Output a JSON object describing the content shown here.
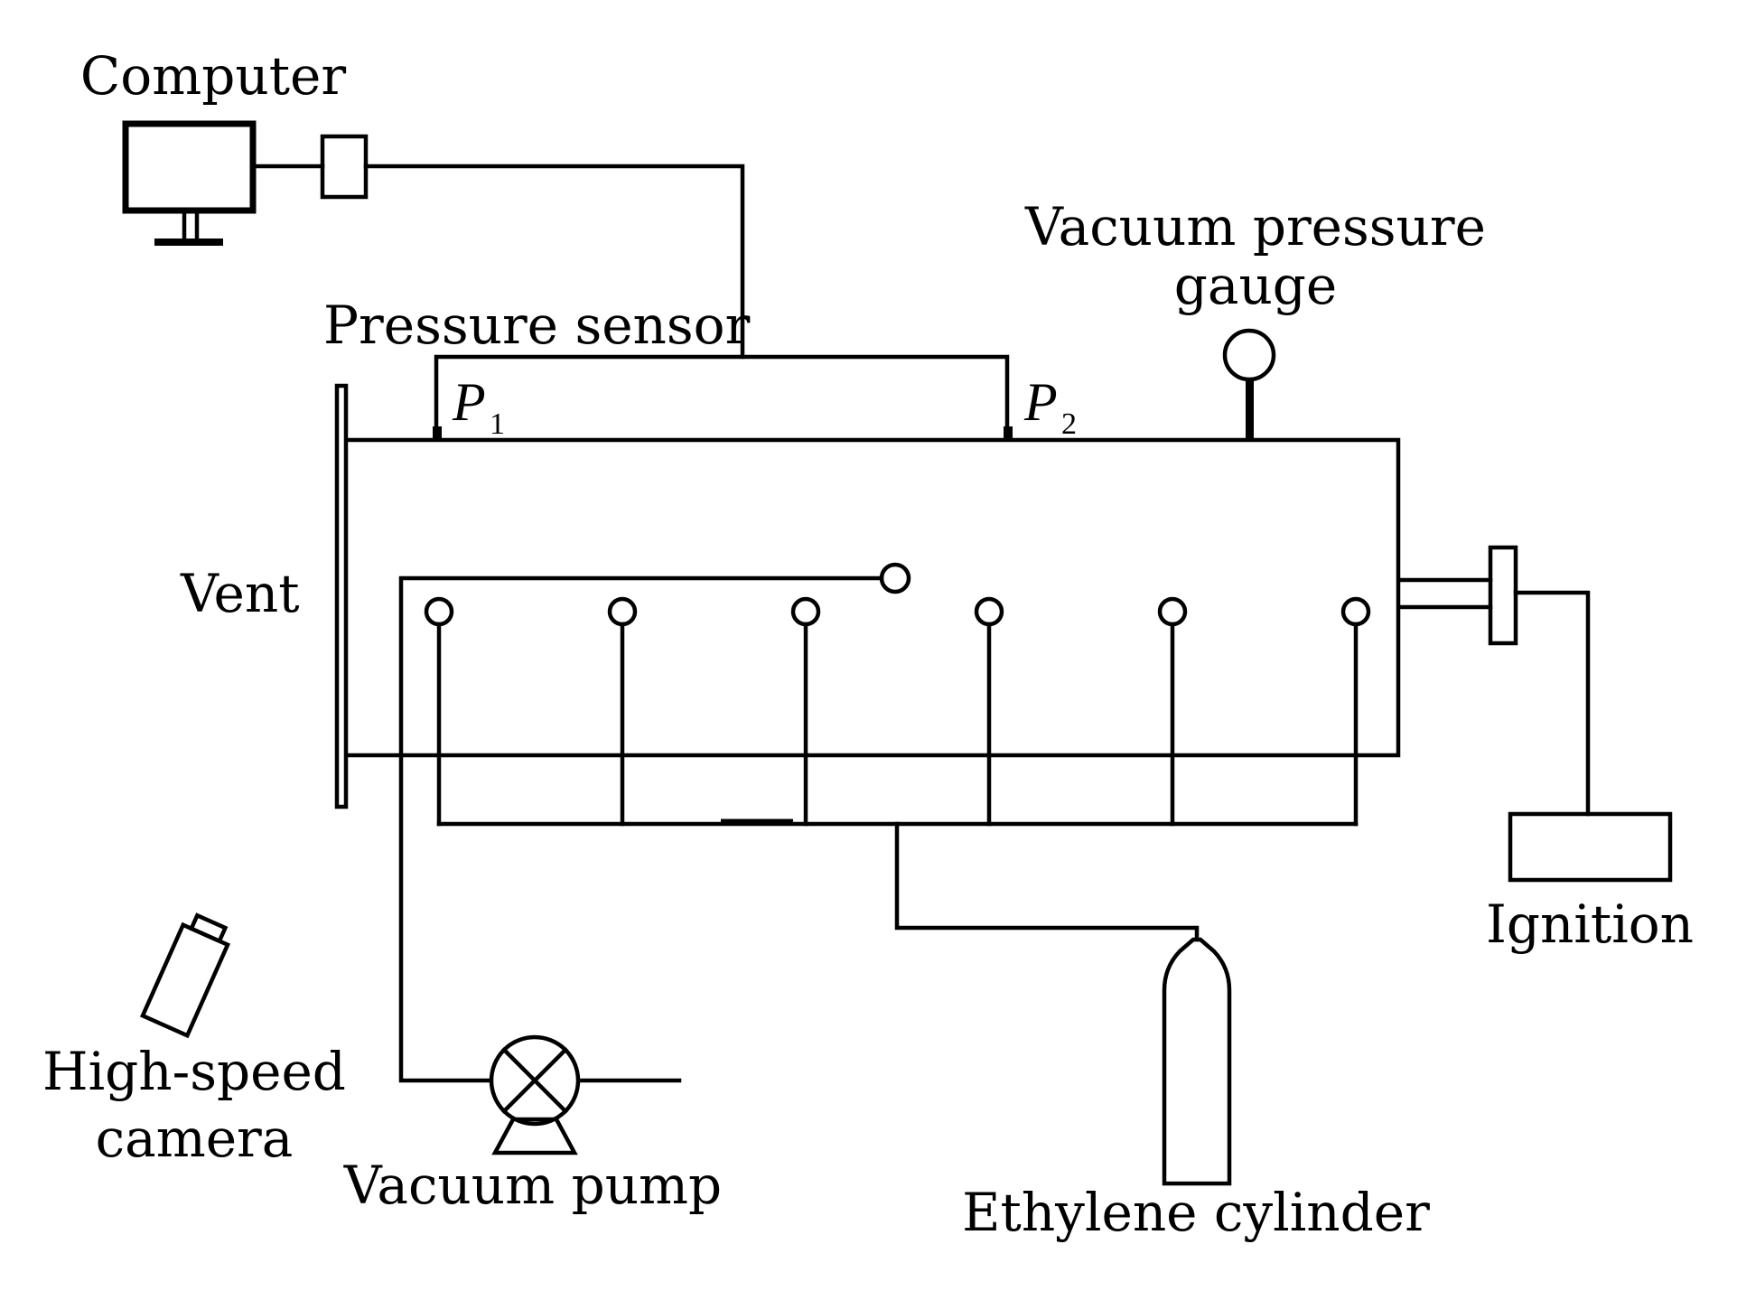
{
  "labels": {
    "computer": "Computer",
    "pressure_sensor": "Pressure sensor",
    "vacuum_gauge_line1": "Vacuum pressure",
    "vacuum_gauge_line2": "gauge",
    "vent": "Vent",
    "ignition": "Ignition",
    "camera_line1": "High-speed",
    "camera_line2": "camera",
    "vacuum_pump": "Vacuum pump",
    "ethylene_cylinder": "Ethylene cylinder"
  },
  "sensors": {
    "p1_symbol": "P",
    "p1_subscript": "1",
    "p2_symbol": "P",
    "p2_subscript": "2"
  }
}
